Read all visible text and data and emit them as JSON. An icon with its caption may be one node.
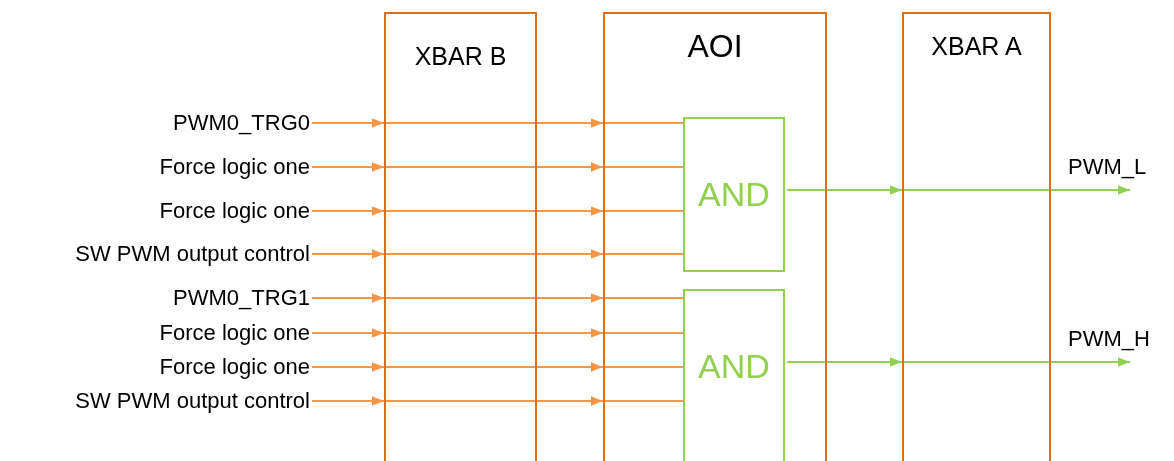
{
  "diagram": {
    "nodes": [
      {
        "text": [
          "XBAR B"
        ]
      },
      {
        "text": [
          "AOI"
        ]
      },
      {
        "text": [
          "XBAR A"
        ]
      },
      {
        "text": [
          "AND"
        ],
        "in": 1
      },
      {
        "text": [
          "AND"
        ],
        "in": 1
      },
      {
        "text": [
          "PWM0_TRG0"
        ]
      },
      {
        "text": [
          "Force logic one"
        ]
      },
      {
        "text": [
          "Force logic one"
        ]
      },
      {
        "text": [
          "SW PWM output control"
        ]
      },
      {
        "text": [
          "PWM0_TRG1"
        ]
      },
      {
        "text": [
          "Force logic one"
        ]
      },
      {
        "text": [
          "Force logic one"
        ]
      },
      {
        "text": [
          "SW PWM output control"
        ]
      }
    ],
    "edges": [
      {
        "from": 5,
        "to": 0,
        "arrow": "to"
      },
      {
        "from": 0,
        "to": 1,
        "arrow": "to"
      },
      {
        "from": 1,
        "to": 3,
        "arrow": "none"
      },
      {
        "from": 6,
        "to": 0,
        "arrow": "to"
      },
      {
        "from": 0,
        "to": 1,
        "arrow": "to"
      },
      {
        "from": 1,
        "to": 3,
        "arrow": "none"
      },
      {
        "from": 7,
        "to": 0,
        "arrow": "to"
      },
      {
        "from": 0,
        "to": 1,
        "arrow": "to"
      },
      {
        "from": 1,
        "to": 3,
        "arrow": "none"
      },
      {
        "from": 8,
        "to": 0,
        "arrow": "to"
      },
      {
        "from": 0,
        "to": 1,
        "arrow": "to"
      },
      {
        "from": 1,
        "to": 3,
        "arrow": "none"
      },
      {
        "from": 9,
        "to": 0,
        "arrow": "to"
      },
      {
        "from": 0,
        "to": 1,
        "arrow": "to"
      },
      {
        "from": 1,
        "to": 4,
        "arrow": "none"
      },
      {
        "from": 10,
        "to": 0,
        "arrow": "to"
      },
      {
        "from": 0,
        "to": 1,
        "arrow": "to"
      },
      {
        "from": 1,
        "to": 4,
        "arrow": "none"
      },
      {
        "from": 11,
        "to": 0,
        "arrow": "to"
      },
      {
        "from": 0,
        "to": 1,
        "arrow": "to"
      },
      {
        "from": 1,
        "to": 4,
        "arrow": "none"
      },
      {
        "from": 12,
        "to": 0,
        "arrow": "to"
      },
      {
        "from": 0,
        "to": 1,
        "arrow": "to"
      },
      {
        "from": 1,
        "to": 4,
        "arrow": "none"
      },
      {
        "from": 3,
        "to": 2,
        "arrow": "to",
        "color": "#92d050"
      },
      {
        "from": 2,
        "to": null,
        "arrow": "to",
        "label": "PWM_L",
        "color": "#92d050"
      },
      {
        "from": 4,
        "to": 2,
        "arrow": "to",
        "color": "#92d050"
      },
      {
        "from": 2,
        "to": null,
        "arrow": "to",
        "label": "PWM_H",
        "color": "#92d050"
      }
    ]
  }
}
